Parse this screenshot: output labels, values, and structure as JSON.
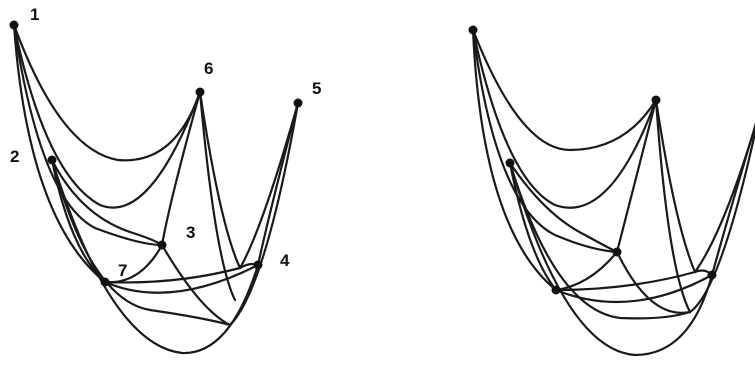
{
  "figure": {
    "left_panel": {
      "node_labels": {
        "n1": "1",
        "n2": "2",
        "n3": "3",
        "n4": "4",
        "n5": "5",
        "n6": "6",
        "n7": "7"
      }
    },
    "right_panel": {
      "node_labels": {}
    }
  },
  "style": {
    "stroke_color": "#1a1a1a",
    "node_color": "#111111",
    "background": "#ffffff"
  }
}
